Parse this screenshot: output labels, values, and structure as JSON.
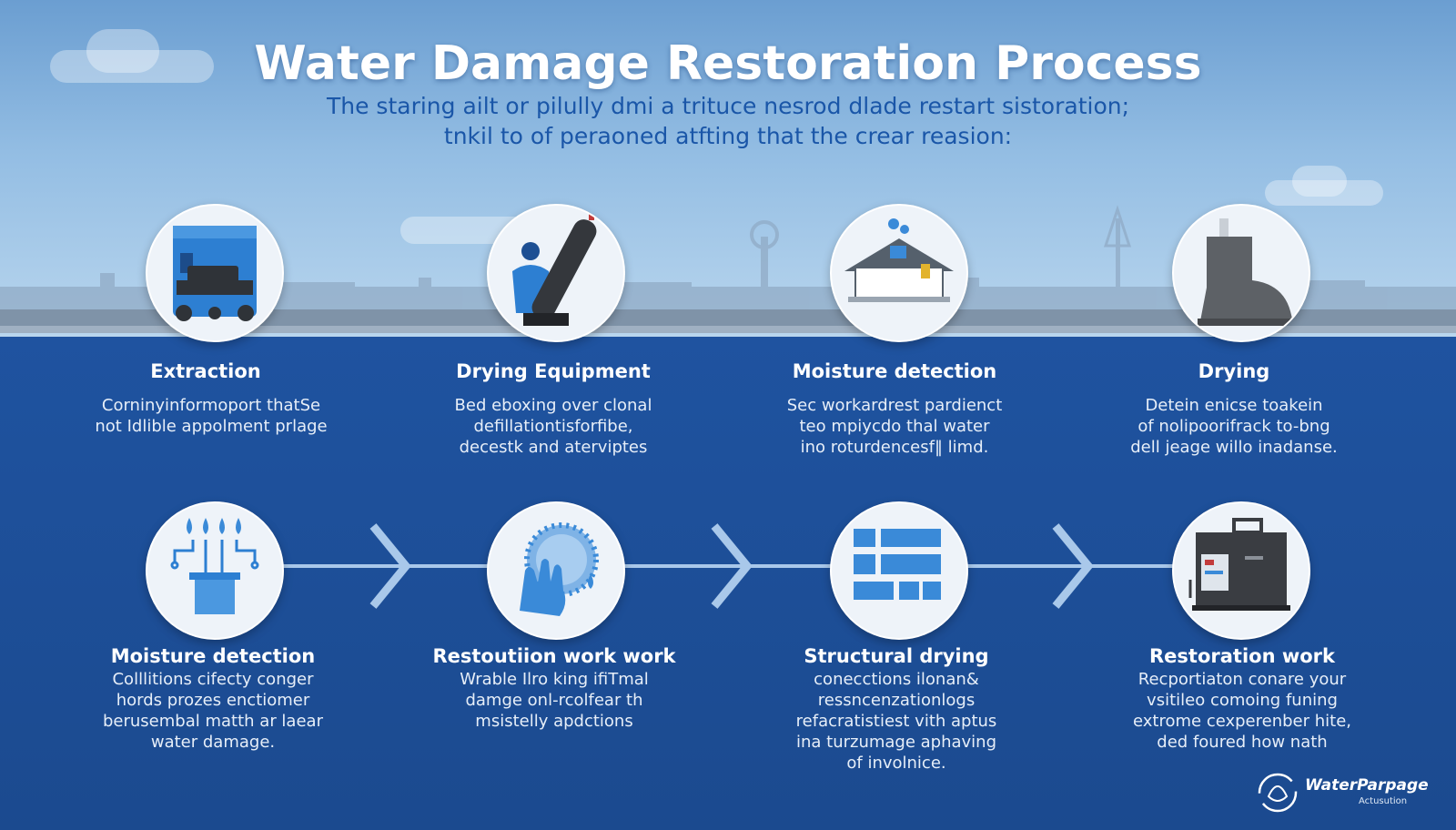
{
  "header": {
    "title": "Water Damage Restoration Process",
    "subtitle_line1": "The staring ailt or pilully dmi a trituce nesrod dlade restart sistoration;",
    "subtitle_line2": "tnkil to of peraoned atfting that the crear reasion:"
  },
  "top_steps": [
    {
      "icon": "water-extractor-icon",
      "title": "Extraction",
      "desc": [
        "Corninyinformoport thatSe",
        "not Idlible appolment prlage"
      ]
    },
    {
      "icon": "technician-with-drying-equipment-icon",
      "title": "Drying Equipment",
      "desc": [
        "Bed eboxing over clonal",
        "defillationtisforfibe,",
        "decestk and aterviptes"
      ]
    },
    {
      "icon": "house-moisture-icon",
      "title": "Moisture detection",
      "desc": [
        "Sec workardrest pardienct",
        "teo mpiycdo thal water",
        "ino roturdencesf‖ limd."
      ]
    },
    {
      "icon": "boot-icon",
      "title": "Drying",
      "desc": [
        "Detein enicse toakein",
        "of nolipoorifrack to-bng",
        "dell jeage willo inadanse."
      ]
    }
  ],
  "bottom_steps": [
    {
      "icon": "moisture-sensor-icon",
      "title": "Moisture detection",
      "desc": [
        "Colllitions cifecty conger",
        "hords prozes enctiomer",
        "berusembal matth ar laear",
        "water damage."
      ]
    },
    {
      "icon": "hand-globe-icon",
      "title": "Restoutiion work work",
      "desc": [
        "Wrable Ilro king ifiTmal",
        "damge onl-rcolfear th",
        "msistelly apdctions"
      ]
    },
    {
      "icon": "structural-panels-icon",
      "title": "Structural drying",
      "desc": [
        "conecctions ilonan&",
        "ressncenzationlogs",
        "refacratistiest vith aptus",
        "ina turzumage aphaving",
        "of involnice."
      ]
    },
    {
      "icon": "restoration-machine-icon",
      "title": "Restoration work",
      "desc": [
        "Recportiaton conare your",
        "vsitileo comoing funing",
        "extrome cexperenber hite,",
        "ded foured how nath"
      ]
    }
  ],
  "logo": {
    "name": "WaterParpage",
    "tagline": "Actusution"
  },
  "colors": {
    "title": "#ffffff",
    "subtitle": "#1a56a8",
    "band": "#1f53a0",
    "icon_blue": "#3a8ad8",
    "arrow": "#a9c8ea"
  }
}
